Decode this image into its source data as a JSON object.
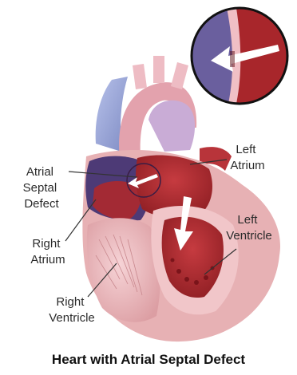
{
  "caption": "Heart with Atrial Septal Defect",
  "labels": {
    "asd": [
      "Atrial",
      "Septal",
      "Defect"
    ],
    "left_atrium": [
      "Left",
      "Atrium"
    ],
    "right_atrium": [
      "Right",
      "Atrium"
    ],
    "left_ventricle": [
      "Left",
      "Ventricle"
    ],
    "right_ventricle": [
      "Right",
      "Ventricle"
    ]
  },
  "colors": {
    "oxygen_poor": "#6a5f9e",
    "oxygen_rich": "#a8262b",
    "tissue": "#e7b1b4",
    "vessel_blue": "#8d9cd0",
    "vessel_pink": "#e9a9b4",
    "arrow": "#ffffff"
  }
}
